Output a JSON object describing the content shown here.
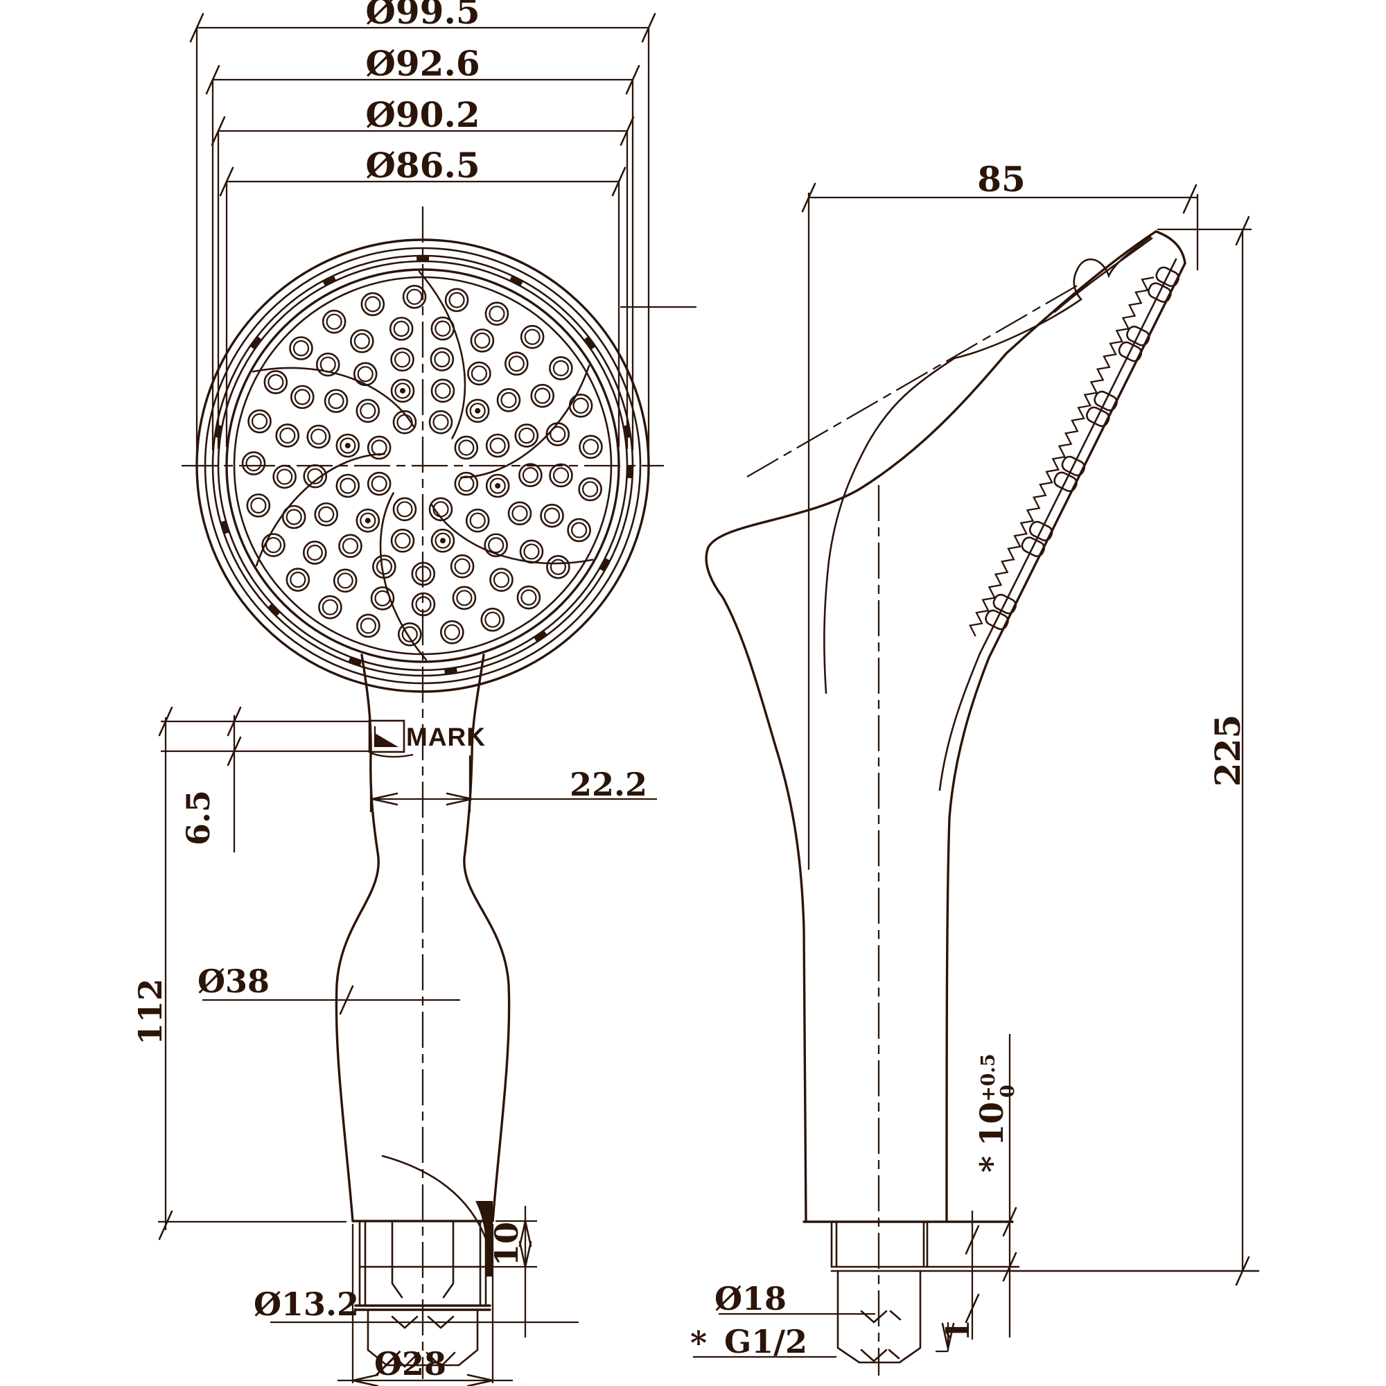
{
  "front_view": {
    "diameter_labels": [
      "Ø99.5",
      "Ø92.6",
      "Ø90.2",
      "Ø86.5"
    ],
    "neck_width_label": "22.2",
    "mark_band_label": "6.5",
    "handle_length_label": "112",
    "grip_diameter_label": "Ø38",
    "bore_diameter_label": "Ø13.2",
    "outlet_diameter_label": "Ø28",
    "collar_height_label": "10",
    "logo_text": "MARK"
  },
  "side_view": {
    "head_depth_label": "85",
    "overall_height_label": "225",
    "thread_length_note": {
      "asterisk": "*",
      "value": "10",
      "tolerance_upper": "+0.5",
      "tolerance_lower": "0"
    },
    "washer_label": "1",
    "nut_diameter_label": "Ø18",
    "thread_note": {
      "asterisk": "*",
      "value": "G1/2"
    }
  },
  "colors": {
    "ink": "#2b1408",
    "paper": "#ffffff"
  }
}
